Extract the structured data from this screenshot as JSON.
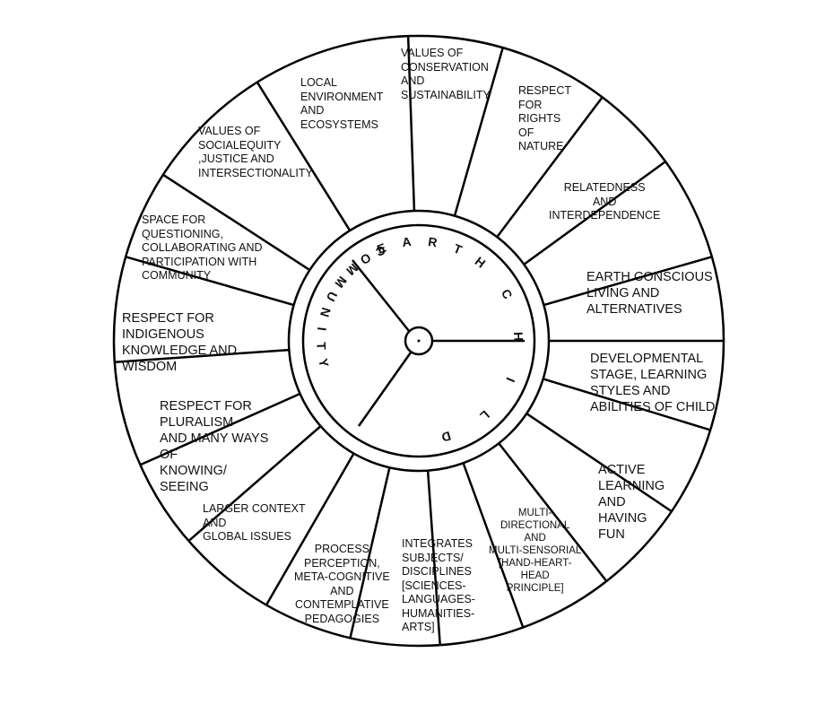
{
  "center_ring": {
    "words": [
      "EARTH",
      "CHILD",
      "COMMUNITY"
    ]
  },
  "segments": [
    {
      "id": "values-conservation",
      "text": "VALUES OF\nCONSERVATION\nAND\nSUSTAINABILITY"
    },
    {
      "id": "rights-nature",
      "text": "RESPECT\nFOR\nRIGHTS\nOF\nNATURE"
    },
    {
      "id": "relatedness",
      "text": "RELATEDNESS\nAND\nINTERDEPENDENCE"
    },
    {
      "id": "earth-conscious",
      "text": "EARTH CONSCIOUS\nLIVING AND\nALTERNATIVES"
    },
    {
      "id": "developmental-stage",
      "text": "DEVELOPMENTAL\nSTAGE, LEARNING\nSTYLES AND\nABILITIES OF CHILD"
    },
    {
      "id": "active-learning",
      "text": "ACTIVE\nLEARNING\nAND\nHAVING\nFUN"
    },
    {
      "id": "multi-directional",
      "text": "MULTI-\nDIRECTIONAL\nAND\nMULTI-SENSORIAL\n[HAND-HEART-\nHEAD\nPRINCIPLE]"
    },
    {
      "id": "integrates-subjects",
      "text": "INTEGRATES\nSUBJECTS/\nDISCIPLINES\n[SCIENCES-\nLANGUAGES-\nHUMANITIES-\nARTS]"
    },
    {
      "id": "process-perception",
      "text": "PROCESS\nPERCEPTION,\nMETA-COGNITIVE\nAND\nCONTEMPLATIVE\nPEDAGOGIES"
    },
    {
      "id": "larger-context",
      "text": "LARGER CONTEXT\nAND\nGLOBAL ISSUES"
    },
    {
      "id": "pluralism",
      "text": "RESPECT FOR\nPLURALISM\nAND MANY WAYS\nOF\nKNOWING/\nSEEING"
    },
    {
      "id": "indigenous",
      "text": "RESPECT FOR\nINDIGENOUS\nKNOWLEDGE AND\nWISDOM"
    },
    {
      "id": "questioning",
      "text": "SPACE FOR\nQUESTIONING,\nCOLLABORATING AND\nPARTICIPATION WITH\nCOMMUNITY"
    },
    {
      "id": "social-equity",
      "text": "VALUES OF\nSOCIALEQUITY\n,JUSTICE AND\nINTERSECTIONALITY"
    },
    {
      "id": "local-environment",
      "text": "LOCAL\nENVIRONMENT\nAND\nECOSYSTEMS"
    }
  ]
}
